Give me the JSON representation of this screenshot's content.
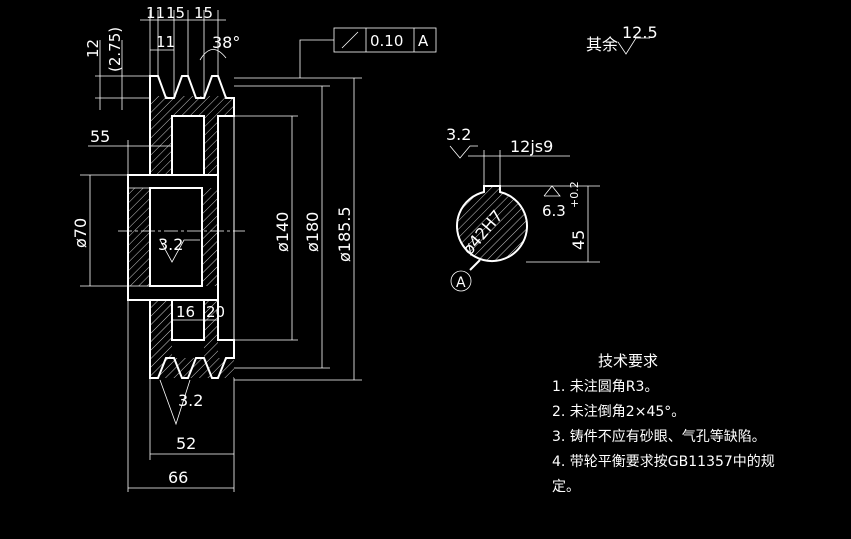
{
  "title": "",
  "dimensions": {
    "top_widths": "11",
    "top_pitch_a": "15",
    "top_pitch_b": "15",
    "groove_width": "11",
    "groove_angle": "38°",
    "groove_depth": "12",
    "groove_depth_ref": "(2.75)",
    "hub_offset": "55",
    "bore_dia": "ø70",
    "dia_140": "ø140",
    "dia_180": "ø180",
    "dia_185": "ø185.5",
    "web_a": "16",
    "web_b": "20",
    "width_52": "52",
    "width_66": "66",
    "rough_bore": "3.2",
    "rough_bottom": "3.2"
  },
  "tolerance_frame": {
    "symbol": "runout",
    "value": "0.10",
    "datum": "A"
  },
  "surface_note": {
    "label": "其余",
    "value": "12.5"
  },
  "section_view": {
    "rough_left": "3.2",
    "keyway_width": "12js9",
    "keyway_rough": "6.3",
    "keyway_depth": "45",
    "keyway_depth_tol": "+0.2\n0",
    "bore": "ø42H7",
    "datum": "A"
  },
  "tech_requirements": {
    "heading": "技术要求",
    "items": [
      "1. 未注圆角R3。",
      "2. 未注倒角2×45°。",
      "3. 铸件不应有砂眼、气孔等缺陷。",
      "4. 带轮平衡要求按GB11357中的规"
    ],
    "continuation": "定。"
  },
  "colors": {
    "background": "#000000",
    "lines": "#ffffff"
  }
}
